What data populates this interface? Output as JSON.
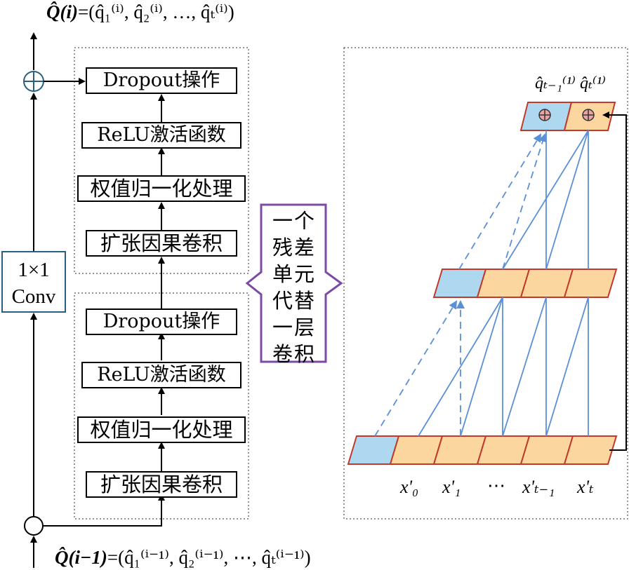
{
  "output_formula": "(q̂₁⁽ⁱ⁾, q̂₂⁽ⁱ⁾, …, q̂ₜ⁽ⁱ⁾)",
  "output_label": "Q̂(i)",
  "input_label": "Q̂(i−1)",
  "conv_line1": "1×1",
  "conv_line2": "Conv",
  "block1": {
    "dropout": "Dropout操作",
    "relu": "ReLU激活函数",
    "norm": "权值归一化处理",
    "dilated": "扩张因果卷积"
  },
  "block2": {
    "dropout": "Dropout操作",
    "relu": "ReLU激活函数",
    "norm": "权值归一化处理",
    "dilated": "扩张因果卷积"
  },
  "callout_lines": [
    "一个",
    "残差",
    "单元",
    "代替",
    "一层",
    "卷积"
  ],
  "x_labels": [
    "x'₀",
    "x'₁",
    "⋯",
    "x'ₜ₋₁",
    "x'ₜ"
  ],
  "top_labels": [
    "q̂ₜ₋₁⁽¹⁾",
    "q̂ₜ⁽¹⁾"
  ],
  "colors": {
    "cell_fill": "#fbd79f",
    "cell_border": "#c0392b",
    "pad_fill": "#add8f0",
    "line": "#5b8fd6",
    "callout": "#7b4aa3"
  }
}
